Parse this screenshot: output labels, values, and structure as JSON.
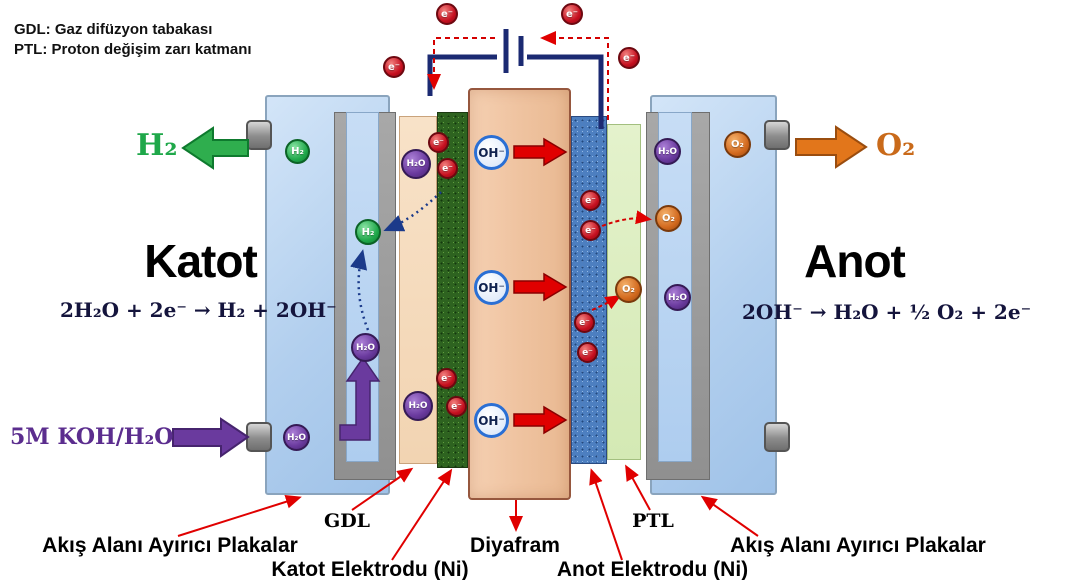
{
  "legend": {
    "line1": "GDL: Gaz difüzyon tabakası",
    "line2": "PTL: Proton değişim zarı katmanı"
  },
  "cathode": {
    "title": "Katot",
    "equation": "2H₂O + 2e⁻ → H₂ + 2OH⁻",
    "gas": "H₂"
  },
  "anode": {
    "title": "Anot",
    "equation": "2OH⁻ → H₂O + ½ O₂ + 2e⁻",
    "gas": "O₂"
  },
  "feed": {
    "label": "5M KOH/H₂O"
  },
  "labels": {
    "separator_left": "Akış Alanı Ayırıcı Plakalar",
    "gdl": "GDL",
    "cathode_electrode": "Katot Elektrodu (Ni)",
    "diaphragm": "Diyafram",
    "anode_electrode": "Anot Elektrodu (Ni)",
    "ptl": "PTL",
    "separator_right": "Akış Alanı Ayırıcı Plakalar"
  },
  "particles": {
    "h2": "H₂",
    "h2o": "H₂O",
    "o2": "O₂",
    "electron": "e⁻",
    "hydroxide": "OH⁻"
  },
  "colors": {
    "h2_green": "#1fa84a",
    "o2_orange": "#d2691e",
    "electron_red": "#c50f1f",
    "h2o_purple": "#6a3a9e",
    "hydroxide_ring_blue": "#2a6fd4",
    "circuit_navy": "#1b2a72",
    "arrow_red": "#e00000",
    "feed_purple": "#5b2d8e",
    "diaphragm_salmon": "#efc3a0",
    "gdl_peach": "#f2d4b2",
    "ptl_green": "#d4e9b4"
  }
}
